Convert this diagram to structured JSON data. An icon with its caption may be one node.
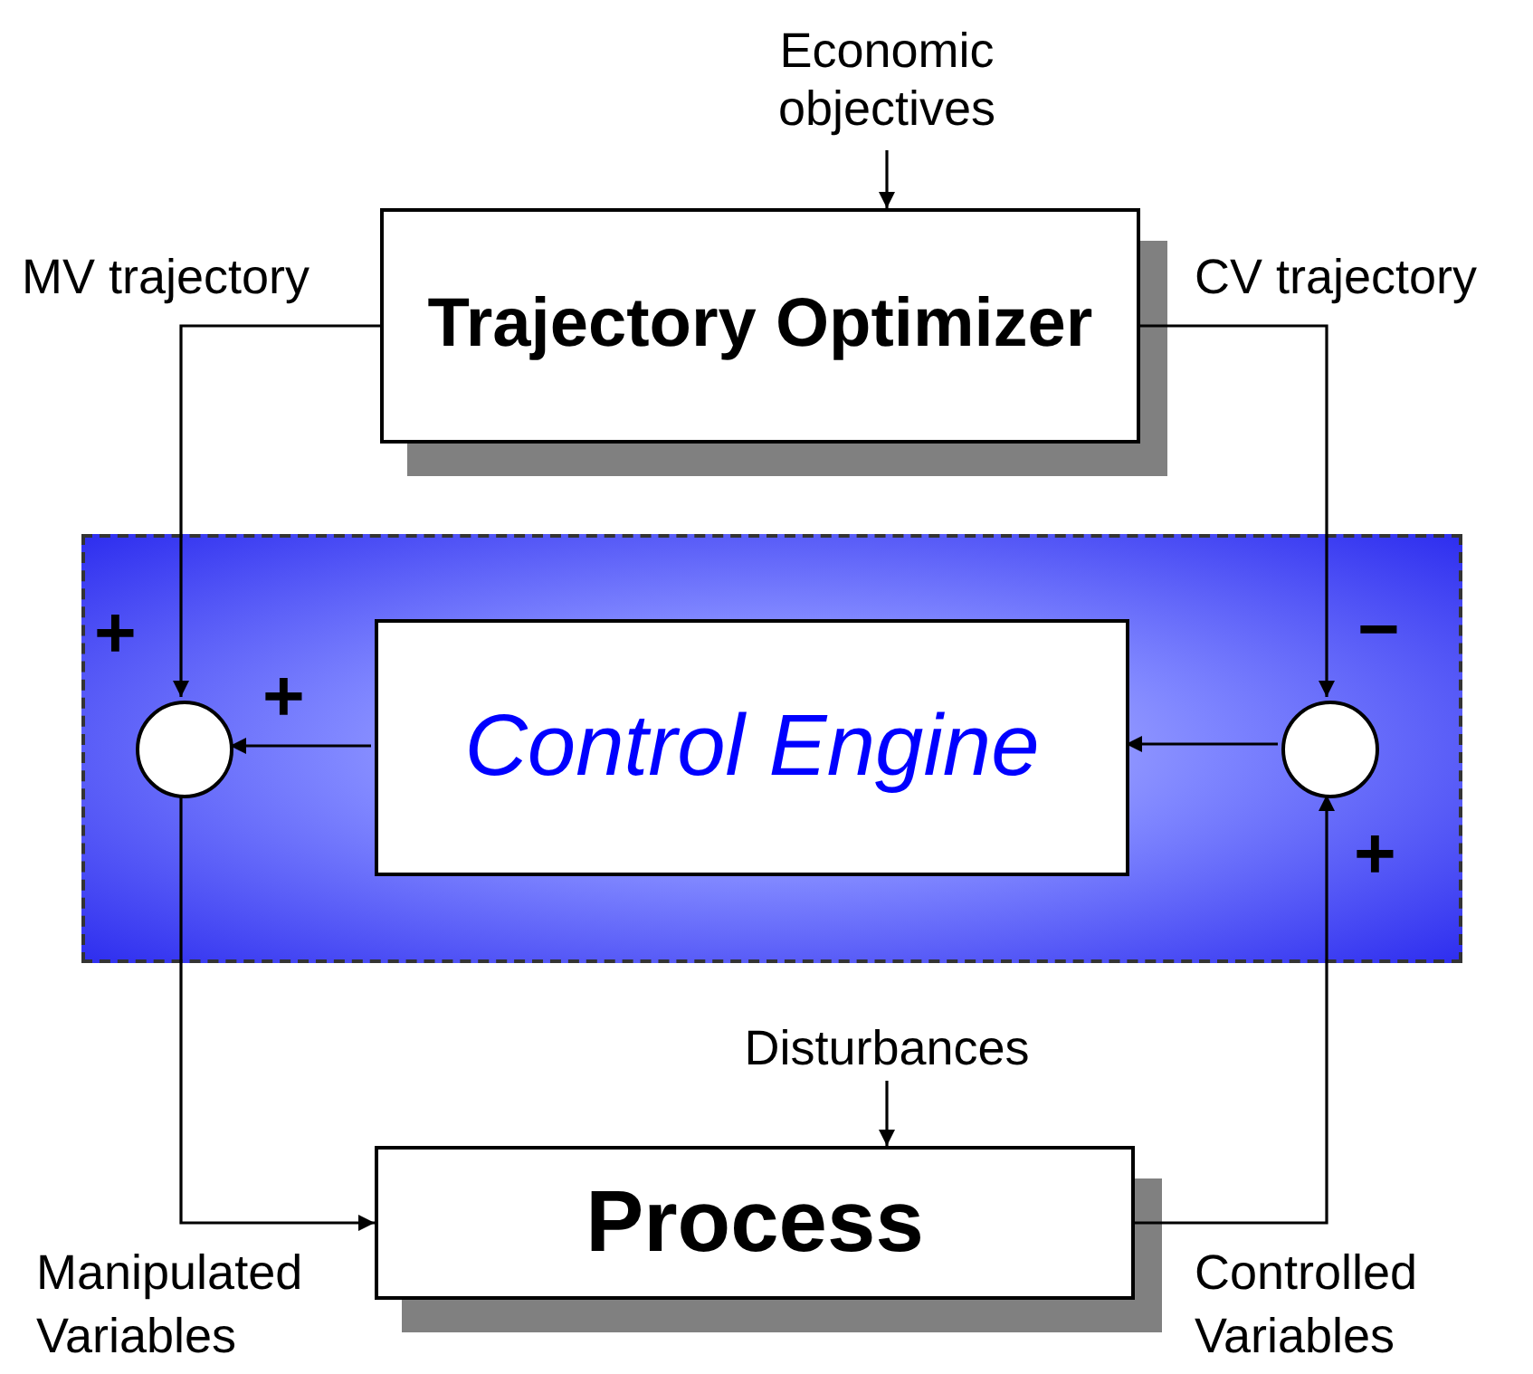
{
  "diagram": {
    "nodes": [
      {
        "text": [
          "Economic objectives"
        ]
      },
      {
        "text": [
          "Trajectory Optimizer"
        ]
      },
      {
        "text": [],
        "shape": "box"
      },
      {
        "text": [],
        "shape": "circle",
        "in": 2
      },
      {
        "text": [
          "Control Engine"
        ],
        "in": 2
      },
      {
        "text": [],
        "shape": "circle",
        "in": 2
      },
      {
        "text": [
          "Disturbances"
        ]
      },
      {
        "text": [
          "Process"
        ]
      }
    ],
    "edges": [
      {
        "from": 0,
        "to": 1,
        "arrow": "to"
      },
      {
        "from": 1,
        "to": 3,
        "arrow": "to",
        "label": "MV trajectory"
      },
      {
        "from": 1,
        "to": 5,
        "arrow": "to",
        "label": "CV trajectory"
      },
      {
        "from": 4,
        "to": 3,
        "arrow": "to"
      },
      {
        "from": 5,
        "to": 4,
        "arrow": "to"
      },
      {
        "from": 3,
        "to": 7,
        "arrow": "to",
        "label": "Manipulated Variables"
      },
      {
        "from": 6,
        "to": 7,
        "arrow": "to"
      },
      {
        "from": 7,
        "to": 5,
        "arrow": "to",
        "label": "Controlled Variables"
      }
    ],
    "labels": [
      "+",
      "−",
      "+",
      "+"
    ]
  }
}
